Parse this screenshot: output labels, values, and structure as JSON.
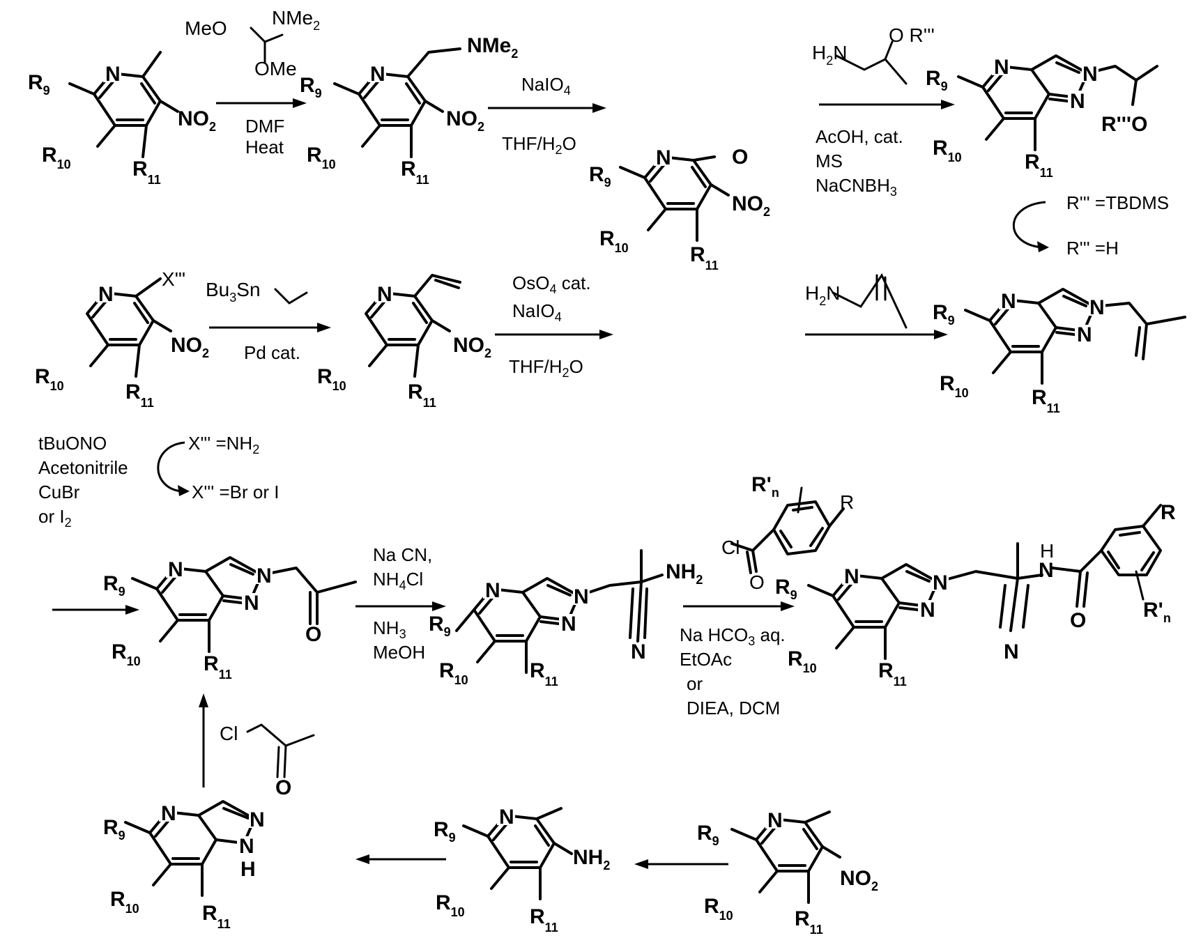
{
  "atoms": {
    "N": "N",
    "NH2": "NH",
    "NO2": "NO",
    "two": "2",
    "R9": "R",
    "R10": "R",
    "R11": "R",
    "sub9": "9",
    "sub10": "10",
    "sub11": "11",
    "O": "O",
    "Cl": "Cl",
    "H": "H",
    "NH": "N",
    "CN_N": "N",
    "R": "R",
    "Rp": "R'",
    "n": "n",
    "Xppp": "X'\"",
    "NMe2": "NMe",
    "MeO": "MeO",
    "OMe": "OMe",
    "H2N": "H",
    "H2N_N": "N",
    "ORppp": "O R'''",
    "RpppO": "R'''O"
  },
  "reagents": {
    "r1a": "DMF",
    "r1b": "Heat",
    "r2a": "NaIO",
    "r2b": "THF/H",
    "r2c": "O",
    "r3a": "AcOH, cat.",
    "r3b": "MS",
    "r3c": "NaCNBH",
    "r4a": "R''' =TBDMS",
    "r4b": "R''' =H",
    "r5a": "Bu",
    "r5b": "Sn",
    "r5c": "Pd cat.",
    "r6a": "OsO",
    "r6b": "cat.",
    "r6c": "NaIO",
    "r6d": "THF/H",
    "r6e": "O",
    "r7a": "tBuONO",
    "r7b": "Acetonitrile",
    "r7c": "CuBr",
    "r7d": "or I",
    "r8a": "X''' =NH",
    "r8b": "X''' =Br or I",
    "r9a": "Na CN,",
    "r9b": "NH",
    "r9c": "Cl",
    "r9d": "NH",
    "r9e": "MeOH",
    "r10a": "Na HCO",
    "r10b": "aq.",
    "r10c": "EtOAc",
    "r10d": "or",
    "r10e": "DIEA, DCM",
    "num2": "2",
    "num3": "3",
    "num4": "4"
  }
}
